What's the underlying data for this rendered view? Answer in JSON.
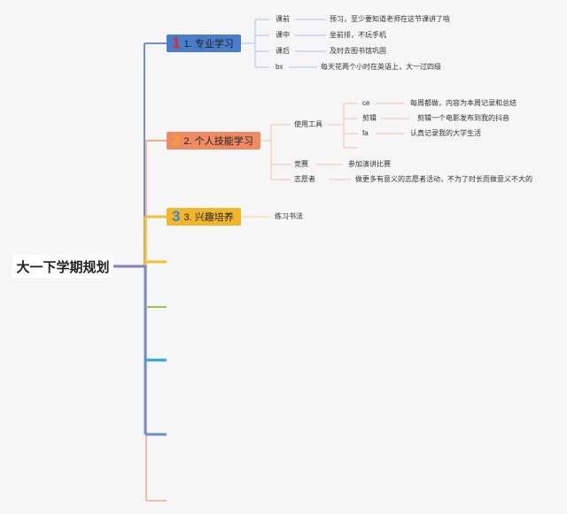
{
  "root": {
    "label": "大一下学期规划"
  },
  "branches": [
    {
      "number": "1",
      "label": "1. 专业学习",
      "color": "#4a7cc9",
      "children": [
        {
          "label": "课前",
          "detail": "预习，至少要知道老师在这节课讲了啥"
        },
        {
          "label": "课中",
          "detail": "坐前排，不玩手机"
        },
        {
          "label": "课后",
          "detail": "及时去图书馆巩固"
        },
        {
          "label": "bx",
          "detail": "每天花两个小时在英语上，大一过四级"
        }
      ]
    },
    {
      "number": "2",
      "label": "2. 个人技能学习",
      "color": "#ef8a62",
      "children": [
        {
          "label": "使用工具",
          "sub": [
            {
              "label": "ce",
              "detail": "每周都做，内容为本周记录和总结"
            },
            {
              "label": "剪辑",
              "detail": "剪辑一个电影发布到我的抖音"
            },
            {
              "label": "fa",
              "detail": "认真记录我的大学生活"
            }
          ]
        },
        {
          "label": "竞赛",
          "detail": "参加演讲比赛"
        },
        {
          "label": "志愿者",
          "detail": "做更多有意义的志愿者活动，不为了时长而做意义不大的"
        }
      ]
    },
    {
      "number": "3",
      "label": "3. 兴趣培养",
      "color": "#f2b62a",
      "children": [
        {
          "label": "练习书法"
        }
      ]
    }
  ],
  "colors": {
    "blue_node": "#4a7cc9",
    "orange_node": "#ef8a62",
    "yellow_node": "#f2b62a",
    "num1": "#e0262b",
    "num2": "#f2a32a",
    "num3": "#3a86d6",
    "line_blue": "#6f8fc9",
    "line_orange": "#f3a98a",
    "line_yellow": "#f0c23a",
    "line_green": "#9bc45a",
    "line_cyan": "#2aa6d6",
    "line_purple": "#8a7cc9"
  }
}
